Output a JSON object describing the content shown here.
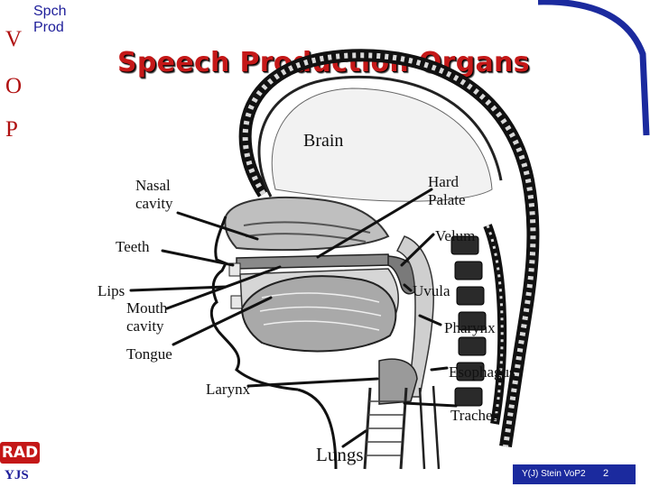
{
  "header": {
    "course_line1": "Spch",
    "course_line2": "Prod",
    "side_letters": [
      "V",
      "O",
      "P"
    ],
    "title": "Speech Production Organs"
  },
  "labels": {
    "brain": "Brain",
    "nasal_cavity": "Nasal\ncavity",
    "hard_palate": "Hard\nPalate",
    "teeth": "Teeth",
    "velum": "Velum",
    "lips": "Lips",
    "mouth_cavity": "Mouth\ncavity",
    "uvula": "Uvula",
    "pharynx": "Pharynx",
    "tongue": "Tongue",
    "esophagus": "Esophagus",
    "larynx": "Larynx",
    "trachea": "Trachea",
    "lungs": "Lungs"
  },
  "branding": {
    "logo_text": "RAD",
    "author": "YJS"
  },
  "footer": {
    "source": "Y(J) Stein VoP2",
    "page": "2"
  },
  "colors": {
    "accent_red": "#c51818",
    "navy": "#1b2a9e"
  }
}
